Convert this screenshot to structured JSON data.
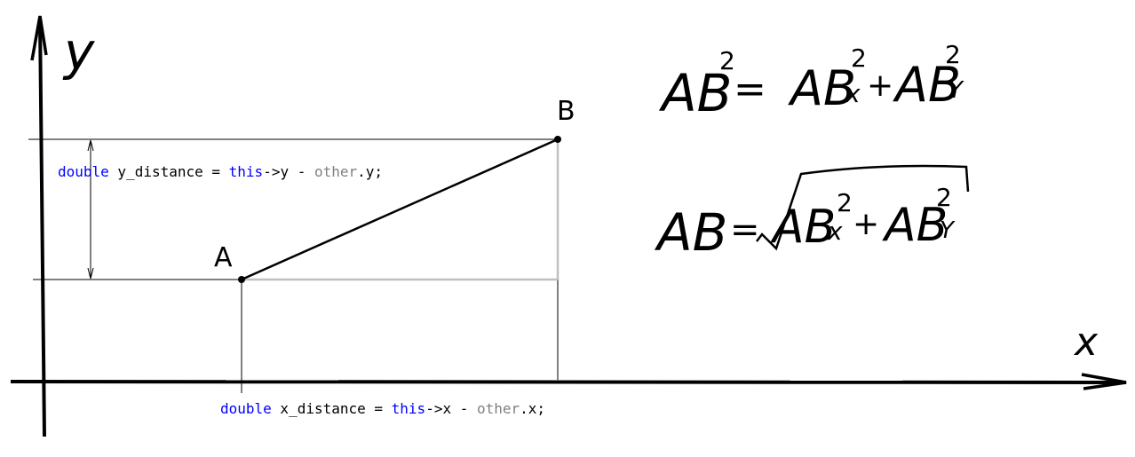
{
  "axes": {
    "y_label": "y",
    "x_label": "x"
  },
  "points": {
    "a_label": "A",
    "b_label": "B"
  },
  "code": {
    "y_line": {
      "type": "double",
      "var": " y_distance = ",
      "this": "this",
      "arrow": "->y - ",
      "other": "other",
      "tail": ".y;"
    },
    "x_line": {
      "type": "double",
      "var": " x_distance = ",
      "this": "this",
      "arrow": "->x - ",
      "other": "other",
      "tail": ".x;"
    }
  },
  "formulas": {
    "squared": {
      "lhs": "AB",
      "lhs_exp": "2",
      "eq": "=",
      "t1": "AB",
      "t1_sub": "x",
      "t1_exp": "2",
      "plus": "+",
      "t2": "AB",
      "t2_sub": "Y",
      "t2_exp": "2"
    },
    "root": {
      "lhs": "AB",
      "eq": "=",
      "t1": "AB",
      "t1_sub": "x",
      "t1_exp": "2",
      "plus": "+",
      "t2": "AB",
      "t2_sub": "Y",
      "t2_exp": "2"
    }
  },
  "colors": {
    "keyword": "#0000ff",
    "member": "#808080",
    "projection": "#c0c0c0",
    "ink": "#000000"
  }
}
